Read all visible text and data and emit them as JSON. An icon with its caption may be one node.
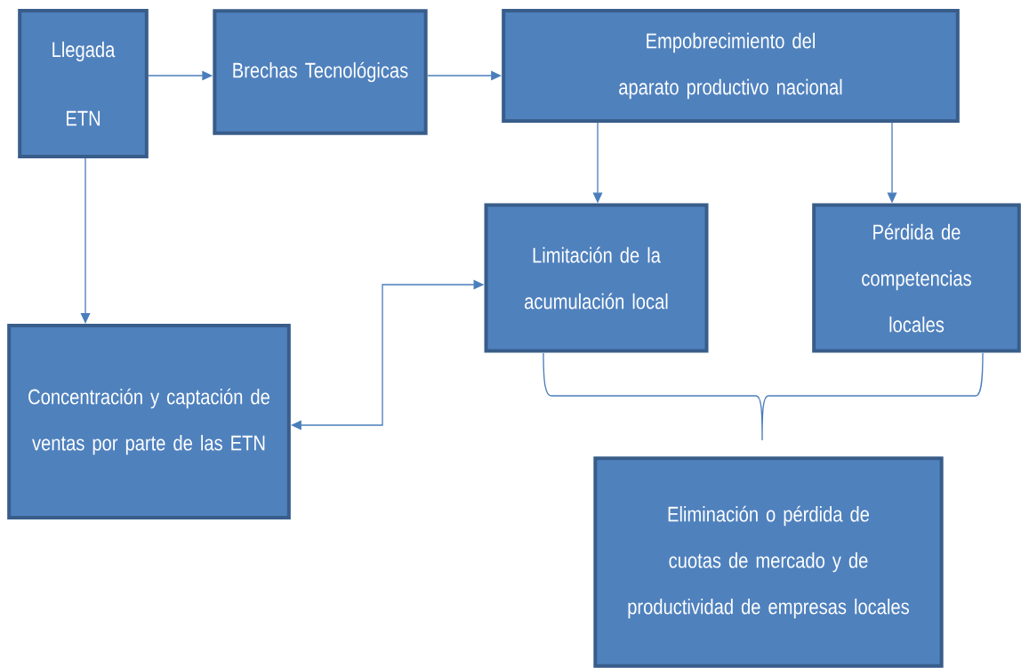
{
  "diagram": {
    "nodes": [
      {
        "text": [
          "Llegada ETN"
        ]
      },
      {
        "text": [
          "Brechas Tecnológicas"
        ]
      },
      {
        "text": [
          "Empobrecimiento del aparato productivo nacional"
        ]
      },
      {
        "text": [
          "Limitación de la acumulación local"
        ]
      },
      {
        "text": [
          "Pérdida de competencias locales"
        ]
      },
      {
        "text": [
          "Concentración y captación de ventas por parte de las ETN"
        ]
      },
      {
        "text": [
          "Eliminación o pérdida de cuotas de mercado y de productividad de empresas locales"
        ]
      }
    ],
    "edges": [
      {
        "from": 0,
        "to": 1,
        "arrow": "to"
      },
      {
        "from": 1,
        "to": 2,
        "arrow": "to"
      },
      {
        "from": 2,
        "to": 3,
        "arrow": "to"
      },
      {
        "from": 2,
        "to": 4,
        "arrow": "to"
      },
      {
        "from": 0,
        "to": 5,
        "arrow": "to"
      },
      {
        "from": 5,
        "to": 3,
        "arrow": "both"
      }
    ]
  }
}
